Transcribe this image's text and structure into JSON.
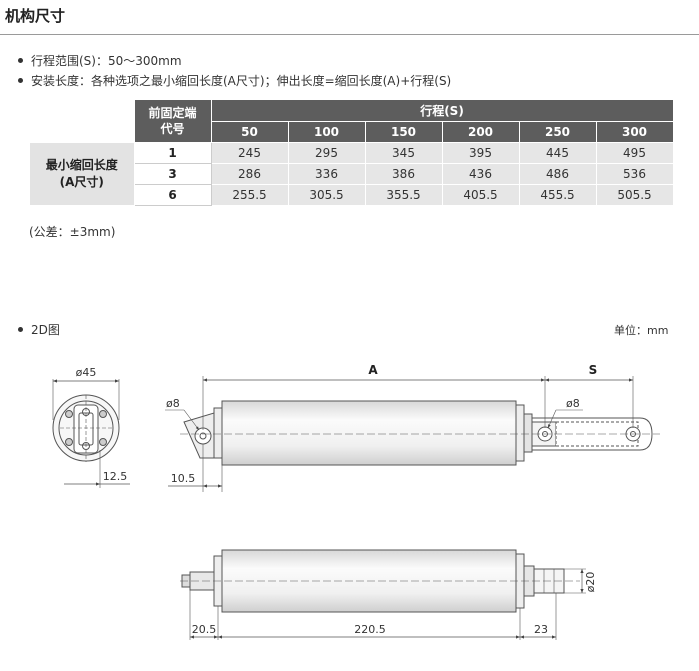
{
  "section_title": "机构尺寸",
  "bullets": [
    "行程范围(S)：50～300mm",
    "安装长度：各种选项之最小缩回长度(A尺寸)；伸出长度=缩回长度(A)+行程(S)"
  ],
  "table": {
    "code_header": [
      "前固定端",
      "代号"
    ],
    "stroke_header": "行程(S)",
    "strokes": [
      "50",
      "100",
      "150",
      "200",
      "250",
      "300"
    ],
    "row_label": [
      "最小缩回长度",
      "(A尺寸)"
    ],
    "rows": [
      {
        "code": "1",
        "values": [
          "245",
          "295",
          "345",
          "395",
          "445",
          "495"
        ]
      },
      {
        "code": "3",
        "values": [
          "286",
          "336",
          "386",
          "436",
          "486",
          "536"
        ]
      },
      {
        "code": "6",
        "values": [
          "255.5",
          "305.5",
          "355.5",
          "405.5",
          "455.5",
          "505.5"
        ]
      }
    ]
  },
  "tolerance": "(公差：±3mm)",
  "drawing_bullet": "2D图",
  "unit": "单位：mm",
  "dims": {
    "dia45": "ø45",
    "d12_5": "12.5",
    "dia8_left": "ø8",
    "d10_5": "10.5",
    "A": "A",
    "S": "S",
    "dia8_right": "ø8",
    "d20_5": "20.5",
    "d220_5": "220.5",
    "d23": "23",
    "dia20": "ø20"
  }
}
